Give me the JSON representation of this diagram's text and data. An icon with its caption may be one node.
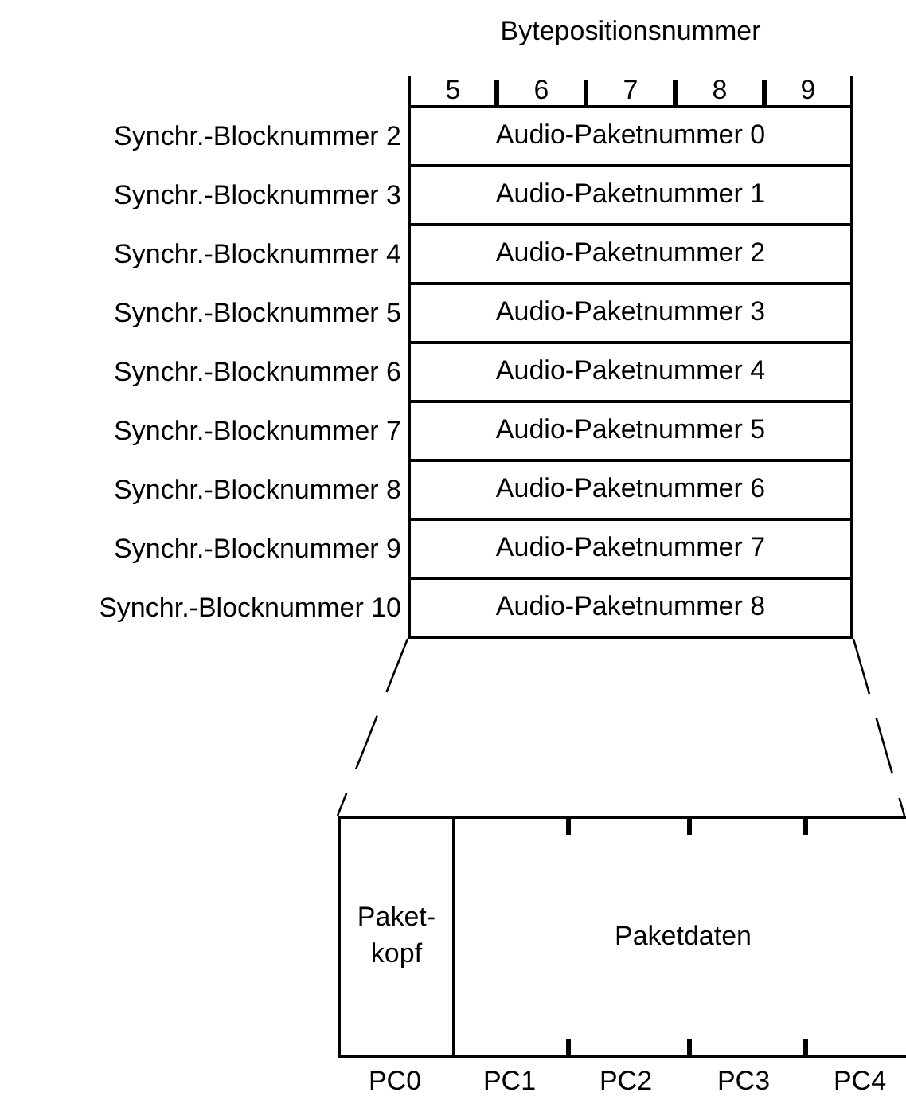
{
  "diagram": {
    "nodes": [
      {
        "text": [
          "Audio-Paketnummer 0"
        ]
      },
      {
        "text": [
          "Audio-Paketnummer 1"
        ]
      },
      {
        "text": [
          "Audio-Paketnummer 2"
        ]
      },
      {
        "text": [
          "Audio-Paketnummer 3"
        ]
      },
      {
        "text": [
          "Audio-Paketnummer 4"
        ]
      },
      {
        "text": [
          "Audio-Paketnummer 5"
        ]
      },
      {
        "text": [
          "Audio-Paketnummer 6"
        ]
      },
      {
        "text": [
          "Audio-Paketnummer 7"
        ]
      },
      {
        "text": [
          "Audio-Paketnummer 8"
        ]
      },
      {
        "text": [],
        "shape": "box"
      },
      {
        "text": [
          "Paket- kopf"
        ],
        "in": 9
      },
      {
        "text": [
          "Paketdaten"
        ],
        "in": 9
      }
    ],
    "edges": [
      {
        "from": 8,
        "to": 9,
        "arrow": "none",
        "style": "dashed"
      },
      {
        "from": 8,
        "to": 9,
        "arrow": "none",
        "style": "dashed"
      }
    ],
    "labels": [
      "Bytepositionsnummer",
      "5",
      "6",
      "7",
      "8",
      "9",
      "Synchr.-Blocknummer 2",
      "Synchr.-Blocknummer 3",
      "Synchr.-Blocknummer 4",
      "Synchr.-Blocknummer 5",
      "Synchr.-Blocknummer 6",
      "Synchr.-Blocknummer 7",
      "Synchr.-Blocknummer 8",
      "Synchr.-Blocknummer 9",
      "Synchr.-Blocknummer 10",
      "PC0",
      "PC1",
      "PC2",
      "PC3",
      "PC4"
    ]
  }
}
